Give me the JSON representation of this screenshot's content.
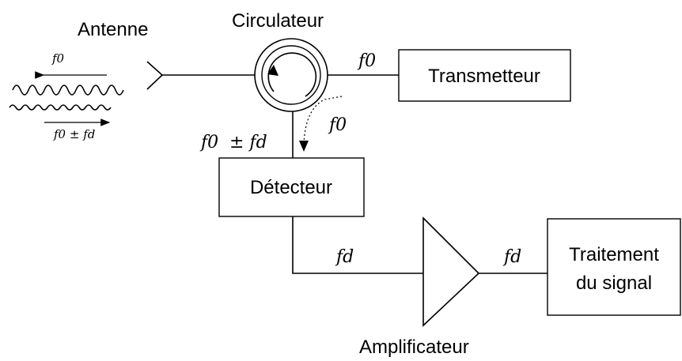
{
  "labels": {
    "antenna": "Antenne",
    "circulator": "Circulateur",
    "transmitter": "Transmetteur",
    "detector": "Détecteur",
    "amplifier": "Amplificateur",
    "processing_line1": "Traitement",
    "processing_line2": "du signal"
  },
  "frequencies": {
    "to_transmitter": "f0",
    "leak": "f0",
    "to_detector_a": "f0",
    "to_detector_b": "± fd",
    "detector_to_amp": "fd",
    "amp_to_processing": "fd",
    "wave_tx": "f0",
    "wave_rx": "f0 ± fd"
  }
}
